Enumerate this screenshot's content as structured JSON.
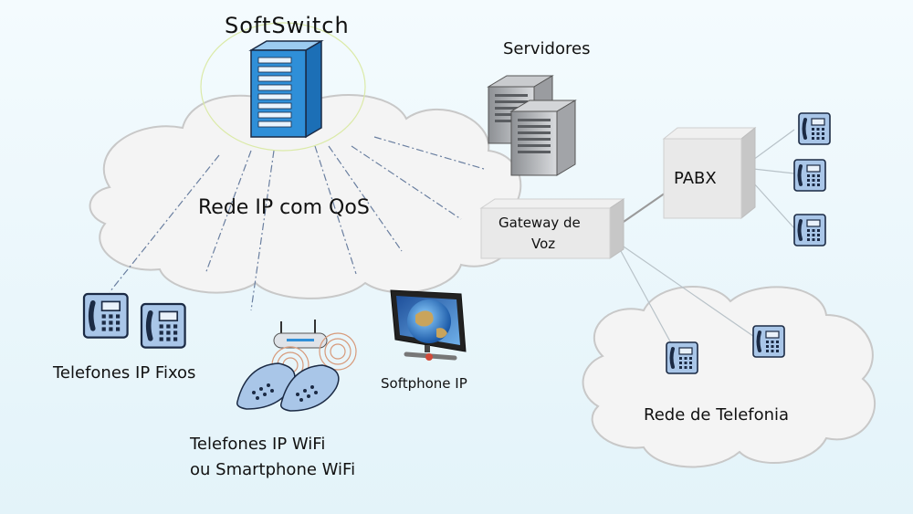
{
  "labels": {
    "softswitch": "SoftSwitch",
    "servers": "Servidores",
    "ip_network": "Rede IP com QoS",
    "gateway_line1": "Gateway de",
    "gateway_line2": "Voz",
    "pabx": "PABX",
    "fixed_phones": "Telefones IP Fixos",
    "softphone": "Softphone IP",
    "wifi_line1": "Telefones IP WiFi",
    "wifi_line2": "ou Smartphone WiFi",
    "telephony_network": "Rede de Telefonia"
  },
  "colors": {
    "background": "#e9f6fb",
    "cloud_fill": "#f4f4f4",
    "cloud_stroke": "#c8c8c8",
    "phone_blue": "#a9c6e8",
    "softswitch_blue": "#2f8fd8",
    "link_dash": "#6a7fa0"
  }
}
